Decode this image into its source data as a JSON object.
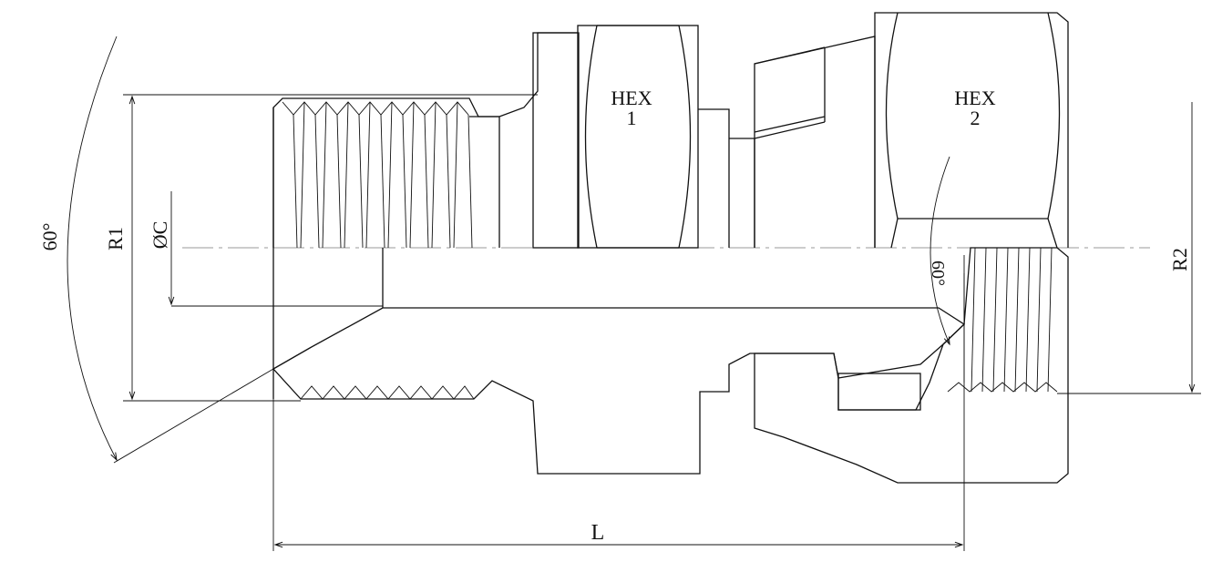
{
  "labels": {
    "hex1_line1": "HEX",
    "hex1_line2": "1",
    "hex2_line1": "HEX",
    "hex2_line2": "2",
    "angle_left": "60°",
    "angle_right": "60°",
    "r1": "R1",
    "diameter_c": "ØC",
    "r2": "R2",
    "length": "L"
  },
  "colors": {
    "line": "#111111",
    "centerline": "#777777",
    "background": "#ffffff"
  }
}
